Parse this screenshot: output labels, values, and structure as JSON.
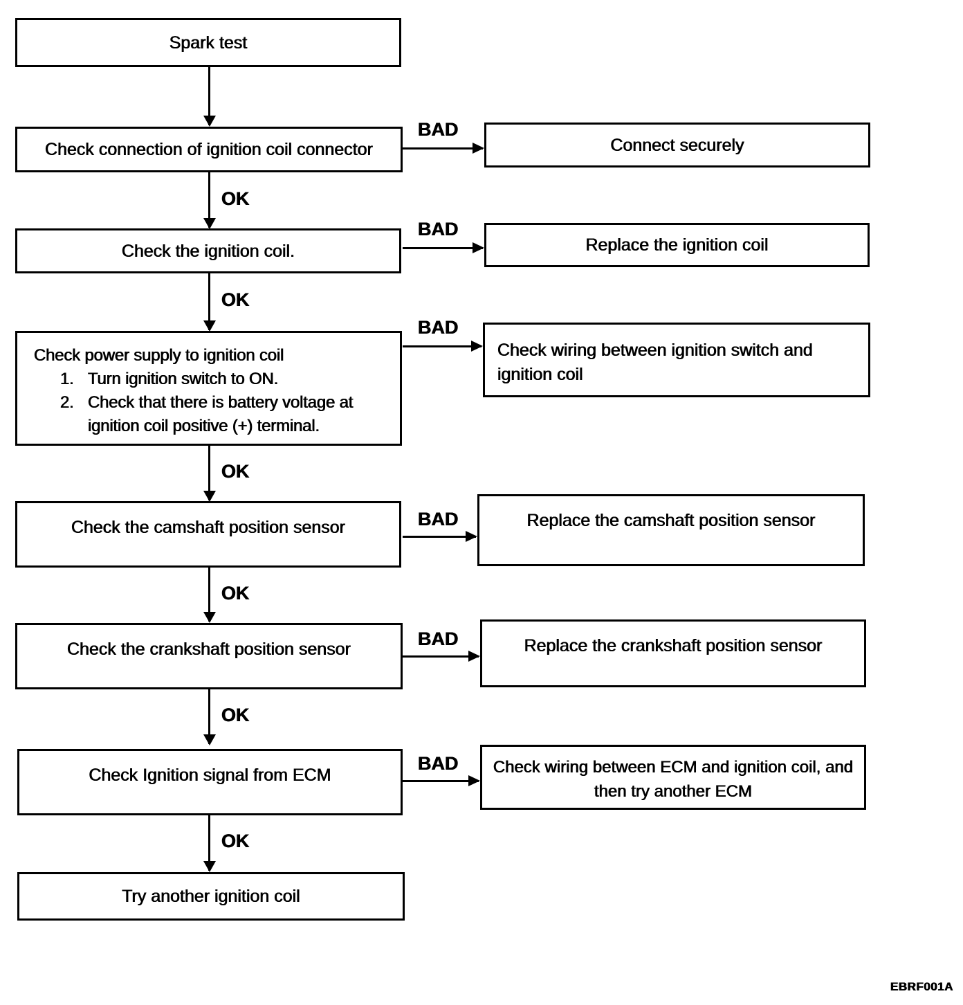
{
  "diagram": {
    "code": "EBRF001A",
    "connector_labels": {
      "ok": "OK",
      "bad": "BAD"
    },
    "steps": [
      {
        "label": "Spark test"
      },
      {
        "label": "Check connection of ignition coil connector"
      },
      {
        "label": "Check the ignition coil."
      },
      {
        "title": "Check power supply to ignition coil",
        "items": [
          {
            "num": "1.",
            "text": "Turn ignition switch to ON."
          },
          {
            "num": "2.",
            "text": "Check that there is battery voltage at ignition coil positive (+) terminal."
          }
        ]
      },
      {
        "label": "Check the camshaft position sensor"
      },
      {
        "label": "Check the crankshaft position sensor"
      },
      {
        "label": "Check Ignition signal from ECM"
      },
      {
        "label": "Try another ignition coil"
      }
    ],
    "actions": [
      {
        "label": "Connect securely"
      },
      {
        "label": "Replace the ignition coil"
      },
      {
        "label": "Check wiring between ignition switch and ignition coil"
      },
      {
        "label": "Replace the camshaft position sensor"
      },
      {
        "label": "Replace the crankshaft position sensor"
      },
      {
        "label": "Check wiring between ECM and ignition coil, and then try another ECM"
      }
    ]
  }
}
